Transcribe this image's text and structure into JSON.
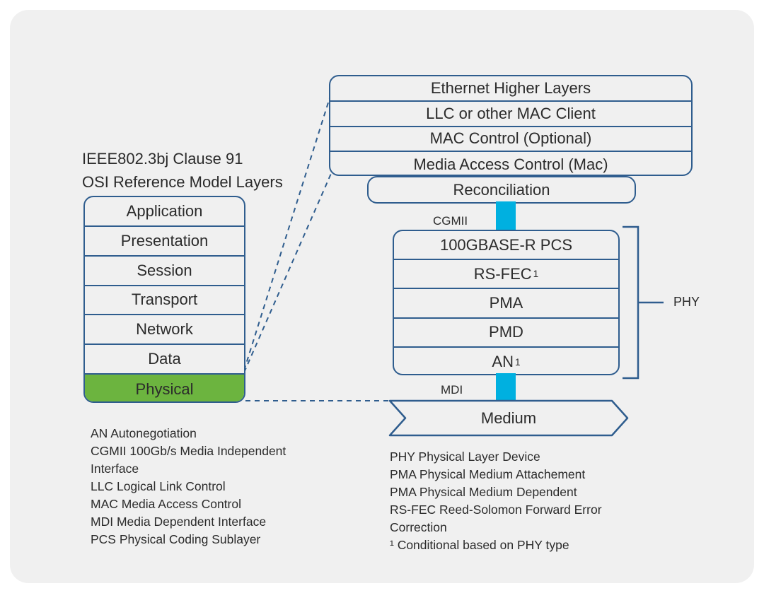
{
  "diagram": {
    "title_lines": [
      "IEEE802.3bj Clause 91",
      "OSI Reference Model Layers"
    ]
  },
  "osi_stack": {
    "name": "OSI Reference Model Layers",
    "layers": [
      {
        "label": "Application",
        "highlight": false
      },
      {
        "label": "Presentation",
        "highlight": false
      },
      {
        "label": "Session",
        "highlight": false
      },
      {
        "label": "Transport",
        "highlight": false
      },
      {
        "label": "Network",
        "highlight": false
      },
      {
        "label": "Data",
        "highlight": false
      },
      {
        "label": "Physical",
        "highlight": true
      }
    ],
    "highlight_color": "#6cb43f"
  },
  "ethernet_stack": {
    "layers": [
      {
        "label": "Ethernet Higher Layers"
      },
      {
        "label": "LLC or other MAC Client"
      },
      {
        "label": "MAC Control (Optional)"
      },
      {
        "label": "Media Access Control (Mac)"
      }
    ]
  },
  "reconciliation": {
    "label": "Reconciliation"
  },
  "phy_stack": {
    "bracket_label": "PHY",
    "layers": [
      {
        "label": "100GBASE-R PCS",
        "superscript": ""
      },
      {
        "label": "RS-FEC",
        "superscript": "1"
      },
      {
        "label": "PMA",
        "superscript": ""
      },
      {
        "label": "PMD",
        "superscript": ""
      },
      {
        "label": "AN",
        "superscript": "1"
      }
    ]
  },
  "interfaces": [
    {
      "name": "cgmii",
      "label": "CGMII",
      "color": "#00b0e0"
    },
    {
      "name": "mdi",
      "label": "MDI",
      "color": "#00b0e0"
    }
  ],
  "medium": {
    "label": "Medium"
  },
  "legend_left": [
    "AN Autonegotiation",
    "CGMII 100Gb/s Media Independent Interface",
    "LLC Logical Link Control",
    "MAC Media Access Control",
    "MDI Media Dependent Interface",
    "PCS Physical Coding Sublayer"
  ],
  "legend_right": [
    "PHY Physical Layer Device",
    "PMA Physical Medium Attachement",
    "PMA Physical Medium Dependent",
    "RS-FEC Reed-Solomon Forward Error Correction",
    "¹ Conditional based on PHY type"
  ],
  "colors": {
    "background": "#f0f0f0",
    "border": "#2f5d8e",
    "highlight_green": "#6cb43f",
    "interface_cyan": "#00b0e0",
    "text": "#2b2b2b"
  }
}
